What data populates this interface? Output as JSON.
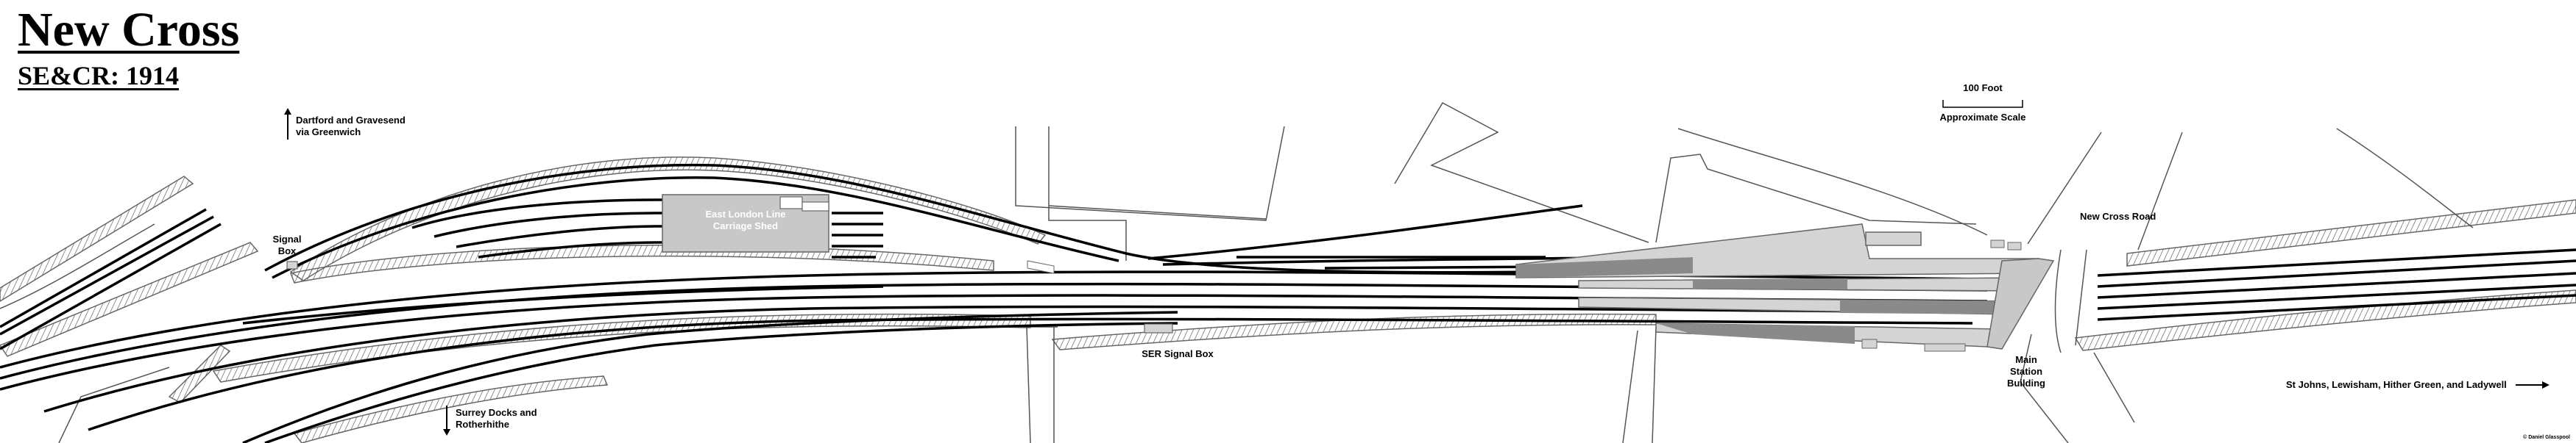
{
  "header": {
    "title": "New Cross",
    "subtitle": "SE&CR: 1914"
  },
  "scale": {
    "length_label": "100 Foot",
    "caption": "Approximate Scale"
  },
  "labels": {
    "dartford_line1": "Dartford and Gravesend",
    "dartford_line2": "via Greenwich",
    "signal_box_line1": "Signal",
    "signal_box_line2": "Box",
    "shed_line1": "East London Line",
    "shed_line2": "Carriage Shed",
    "ser_signal_box": "SER Signal Box",
    "new_cross_road": "New Cross Road",
    "main_building_line1": "Main",
    "main_building_line2": "Station",
    "main_building_line3": "Building",
    "surrey_docks_line1": "Surrey Docks and",
    "surrey_docks_line2": "Rotherhithe",
    "st_johns": "St Johns, Lewisham, Hither Green, and Ladywell"
  },
  "credit": "© Daniel Glasspool",
  "colors": {
    "track": "#000000",
    "building_fill": "#c8c8c8",
    "platform_fill": "#d4d4d4",
    "platform_dark": "#8a8a8a",
    "outline": "#666666"
  },
  "icons": {
    "north_arrow": "arrow-up-icon",
    "south_arrow": "arrow-down-icon",
    "east_arrow": "arrow-right-icon"
  }
}
